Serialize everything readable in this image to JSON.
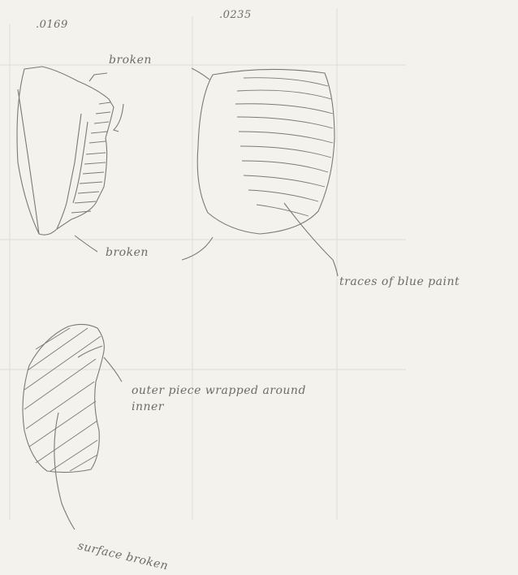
{
  "labels": {
    "id_left": ".0169",
    "id_right": ".0235",
    "broken_top": "broken",
    "broken_bottom": "broken",
    "blue_paint": "traces of blue paint",
    "outer_piece_line1": "outer piece wrapped around",
    "outer_piece_line2": "inner",
    "surface_broken": "surface broken"
  },
  "colors": {
    "paper": "#f4f2ed",
    "grid": "#d9d9d6",
    "pencil": "#7c7a75"
  }
}
